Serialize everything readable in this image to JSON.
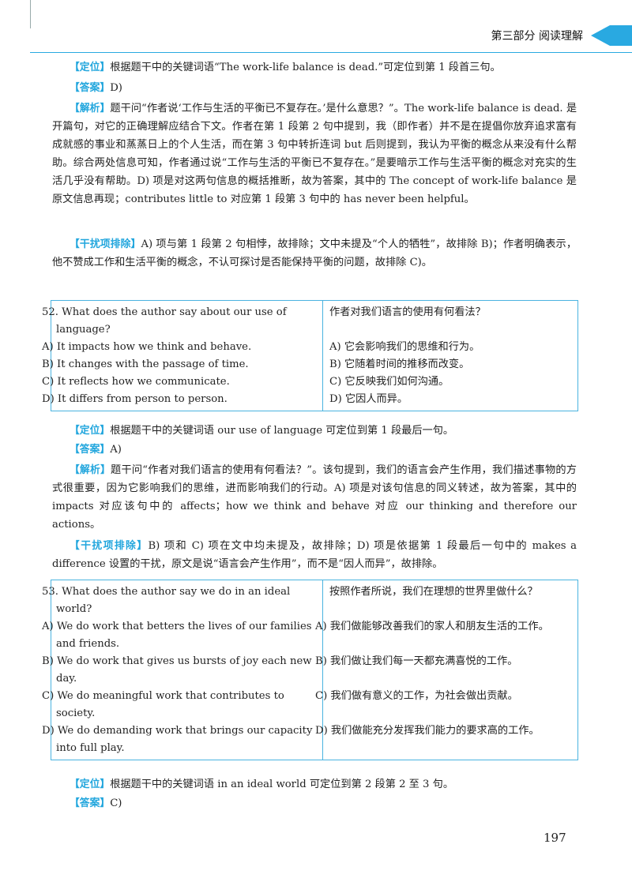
{
  "header": {
    "section": "第三部分  阅读理解"
  },
  "block1": {
    "locate_tag": "【定位】",
    "locate": "根据题干中的关键词语“The work-life balance is dead.”可定位到第 1 段首三句。",
    "answer_tag": "【答案】",
    "answer": "D)",
    "analysis_tag": "【解析】",
    "analysis": "题干问“作者说‘工作与生活的平衡已不复存在。’是什么意思？”。The work-life balance is dead. 是开篇句，对它的正确理解应结合下文。作者在第 1 段第 2 句中提到，我（即作者）并不是在提倡你放弃追求富有成就感的事业和蒸蒸日上的个人生活，而在第 3 句中转折连词 but 后则提到，我认为平衡的概念从来没有什么帮助。综合两处信息可知，作者通过说“工作与生活的平衡已不复存在。”是要暗示工作与生活平衡的概念对充实的生活几乎没有帮助。D) 项是对这两句信息的概括推断，故为答案，其中的 The concept of work-life balance 是原文信息再现；contributes little to 对应第 1 段第 3 句中的 has never been helpful。",
    "distract_tag": "【干扰项排除】",
    "distract": "A) 项与第 1 段第 2 句相悖，故排除；文中未提及“个人的牺牲”，故排除 B)；作者明确表示，他不赞成工作和生活平衡的概念，不认可探讨是否能保持平衡的问题，故排除 C)。"
  },
  "q52": {
    "question": "52. What does the author say about our use of language?",
    "question_cn": "作者对我们语言的使用有何看法？",
    "options": [
      {
        "en": "A) It impacts how we think and behave.",
        "cn": "A) 它会影响我们的思维和行为。"
      },
      {
        "en": "B) It changes with the passage of time.",
        "cn": "B) 它随着时间的推移而改变。"
      },
      {
        "en": "C) It reflects how we communicate.",
        "cn": "C) 它反映我们如何沟通。"
      },
      {
        "en": "D) It differs from person to person.",
        "cn": "D) 它因人而异。"
      }
    ]
  },
  "block2": {
    "locate_tag": "【定位】",
    "locate": "根据题干中的关键词语 our use of language 可定位到第 1 段最后一句。",
    "answer_tag": "【答案】",
    "answer": "A)",
    "analysis_tag": "【解析】",
    "analysis": "题干问“作者对我们语言的使用有何看法？”。该句提到，我们的语言会产生作用，我们描述事物的方式很重要，因为它影响我们的思维，进而影响我们的行动。A) 项是对该句信息的同义转述，故为答案，其中的 impacts 对应该句中的 affects；how we think and behave 对应 our thinking and therefore our actions。",
    "distract_tag": "【干扰项排除】",
    "distract": "B) 项和 C) 项在文中均未提及，故排除；D) 项是依据第 1 段最后一句中的 makes a difference 设置的干扰，原文是说“语言会产生作用”，而不是“因人而异”，故排除。"
  },
  "q53": {
    "question": "53. What does the author say we do in an ideal world?",
    "question_cn": "按照作者所说，我们在理想的世界里做什么？",
    "options": [
      {
        "en": "A) We do work that betters the lives of our families and friends.",
        "cn": "A) 我们做能够改善我们的家人和朋友生活的工作。"
      },
      {
        "en": "B) We do work that gives us bursts of joy each new day.",
        "cn": "B) 我们做让我们每一天都充满喜悦的工作。"
      },
      {
        "en": "C) We do meaningful work that contributes to society.",
        "cn": "C) 我们做有意义的工作，为社会做出贡献。"
      },
      {
        "en": "D) We do demanding work that brings our capacity into full play.",
        "cn": "D) 我们做能充分发挥我们能力的要求高的工作。"
      }
    ]
  },
  "block3": {
    "locate_tag": "【定位】",
    "locate": "根据题干中的关键词语 in an ideal world 可定位到第 2 段第 2 至 3 句。",
    "answer_tag": "【答案】",
    "answer": "C)"
  },
  "page_number": "197"
}
